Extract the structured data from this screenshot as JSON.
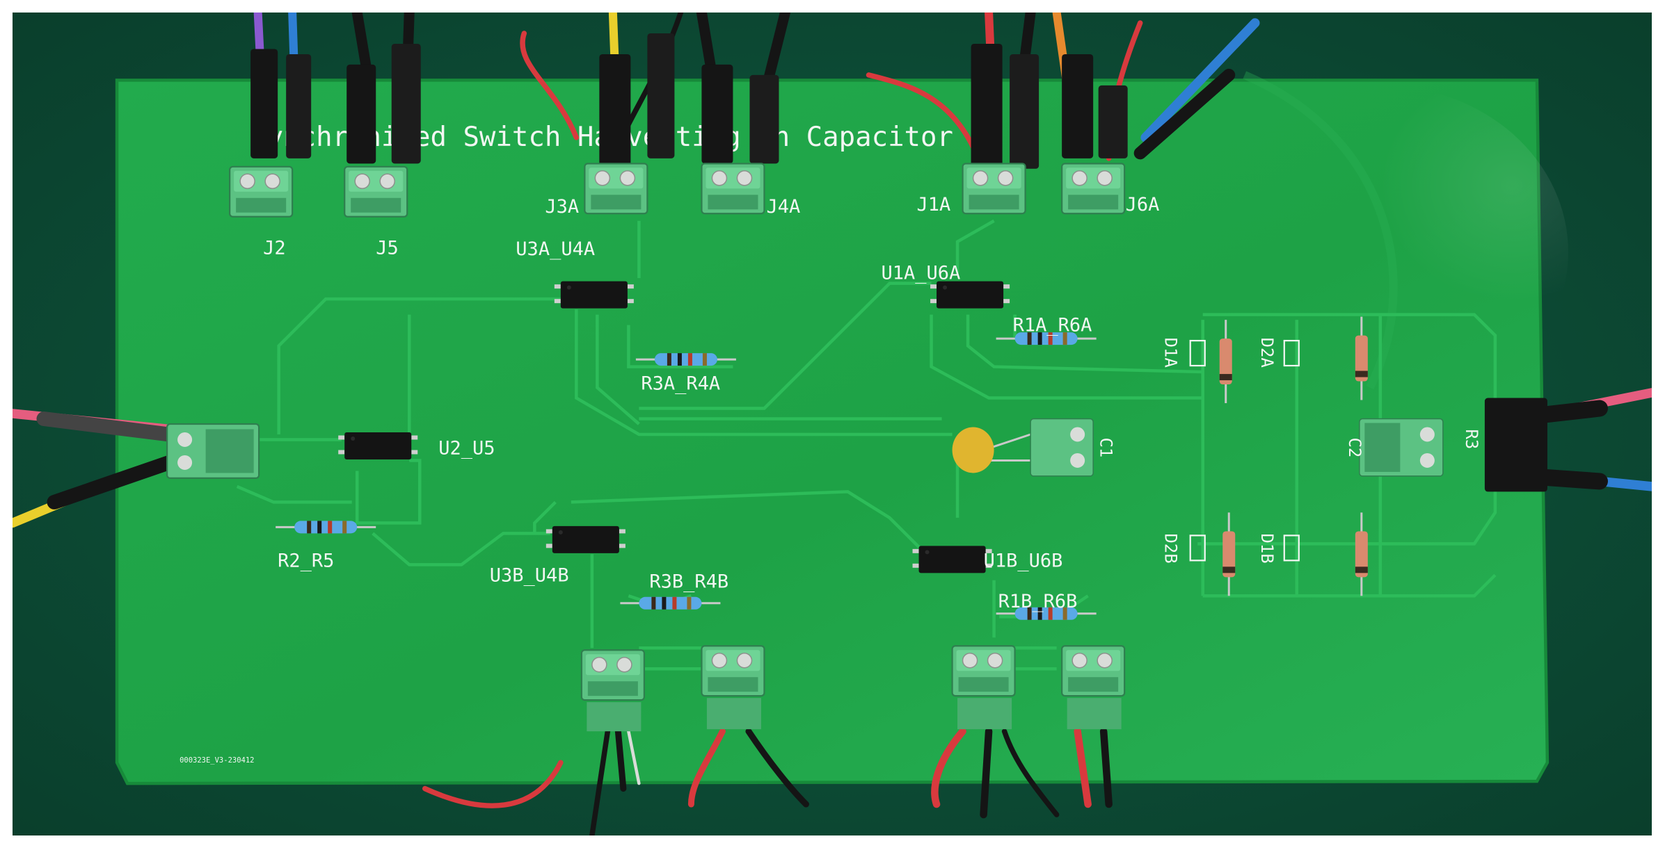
{
  "photo": {
    "board_title": "Synchronized Switch Harvesting on Capacitor",
    "revision_mark": "000323E_V3-230412",
    "colors": {
      "mat": "#0c4a34",
      "board": "#1ea246",
      "board_edge": "#178a3a",
      "trace": "#2fbf5c",
      "silkscreen": "#f2f6f2",
      "terminal": "#5cc283",
      "terminal_dark": "#3e9d64",
      "ic": "#141414",
      "cap": "#e0b52f",
      "wire_red": "#d83a3e",
      "wire_black": "#151515",
      "wire_yellow": "#e9cf2c",
      "wire_blue": "#2f7fd4",
      "wire_purple": "#8a5ad0",
      "wire_orange": "#e68a2e",
      "wire_pink": "#e55d7f"
    },
    "labels": {
      "j2": "J2",
      "j5": "J5",
      "j3a": "J3A",
      "j4a": "J4A",
      "j1a": "J1A",
      "j6a": "J6A",
      "u3a_u4a": "U3A_U4A",
      "u1a_u6a": "U1A_U6A",
      "r1a_r6a": "R1A_R6A",
      "r3a_r4a": "R3A_R4A",
      "u2_u5": "U2_U5",
      "r2_r5": "R2_R5",
      "u3b_u4b": "U3B_U4B",
      "r3b_r4b": "R3B_R4B",
      "u1b_u6b": "U1B_U6B",
      "r1b_r6b": "R1B_R6B",
      "c1": "C1",
      "c2": "C2",
      "d1a": "D1A",
      "d2a": "D2A",
      "d2b": "D2B",
      "d1b": "D1B",
      "r": "R3"
    }
  }
}
